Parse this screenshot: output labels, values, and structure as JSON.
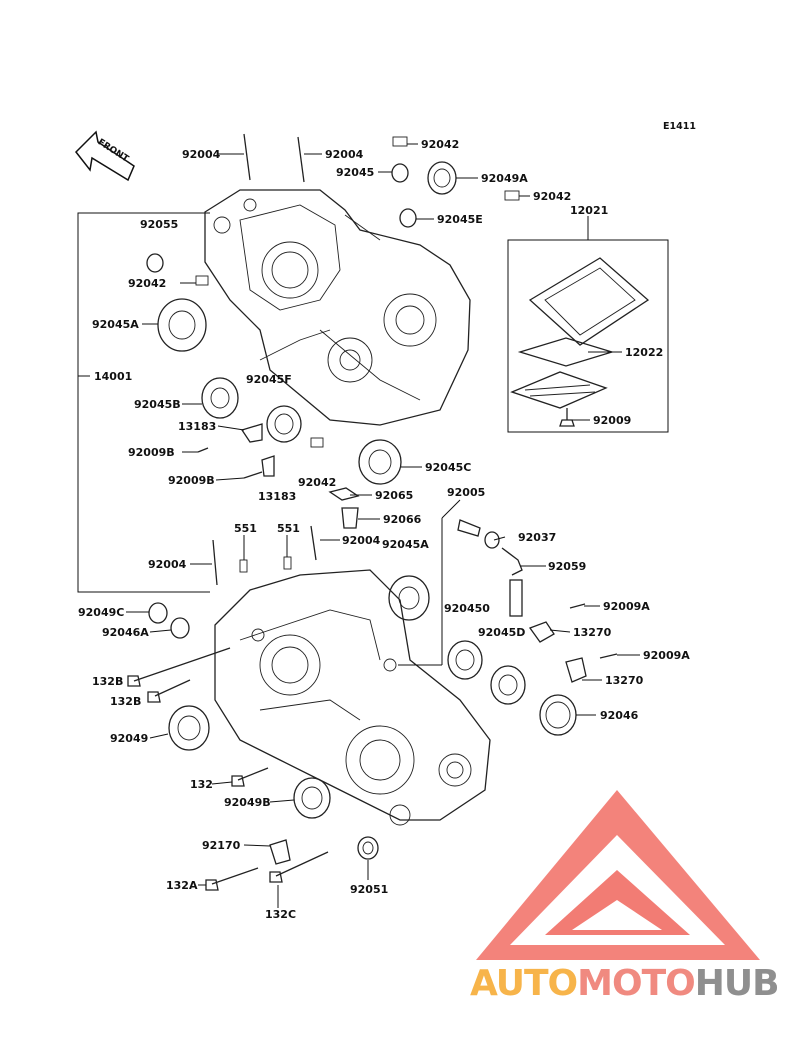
{
  "diagram_code": "E1411",
  "front_arrow_text": "FRONT",
  "watermark": {
    "part1": "AUTO",
    "part2": "MOTO",
    "part3": "HUB",
    "color1": "#f7b44a",
    "color2": "#f08a80",
    "color3": "#8f8f8f",
    "triangle_color": "#f27c74"
  },
  "labels": {
    "l_92004_a": "92004",
    "l_92004_b": "92004",
    "l_92042_a": "92042",
    "l_92045": "92045",
    "l_92049A": "92049A",
    "l_92042_b": "92042",
    "l_12021": "12021",
    "l_92055": "92055",
    "l_92045E": "92045E",
    "l_92042_c": "92042",
    "l_92045A_top": "92045A",
    "l_12022": "12022",
    "l_14001": "14001",
    "l_92045F": "92045F",
    "l_92045B": "92045B",
    "l_13183_a": "13183",
    "l_92009": "92009",
    "l_92009B_a": "92009B",
    "l_92045C": "92045C",
    "l_92042_d": "92042",
    "l_92009B_b": "92009B",
    "l_13183_b": "13183",
    "l_92065": "92065",
    "l_92005": "92005",
    "l_92066": "92066",
    "l_551_a": "551",
    "l_551_b": "551",
    "l_92037": "92037",
    "l_92004_c": "92004",
    "l_92004_d": "92004",
    "l_92045A_mid": "92045A",
    "l_92059": "92059",
    "l_92049C": "92049C",
    "l_92045_0": "920450",
    "l_92009A_a": "92009A",
    "l_92046A": "92046A",
    "l_92045D": "92045D",
    "l_13270_a": "13270",
    "l_92009A_b": "92009A",
    "l_132B_a": "132B",
    "l_13270_b": "13270",
    "l_132B_b": "132B",
    "l_92046": "92046",
    "l_92049": "92049",
    "l_132": "132",
    "l_92049B": "92049B",
    "l_92170": "92170",
    "l_132A": "132A",
    "l_92051": "92051",
    "l_132C": "132C"
  }
}
